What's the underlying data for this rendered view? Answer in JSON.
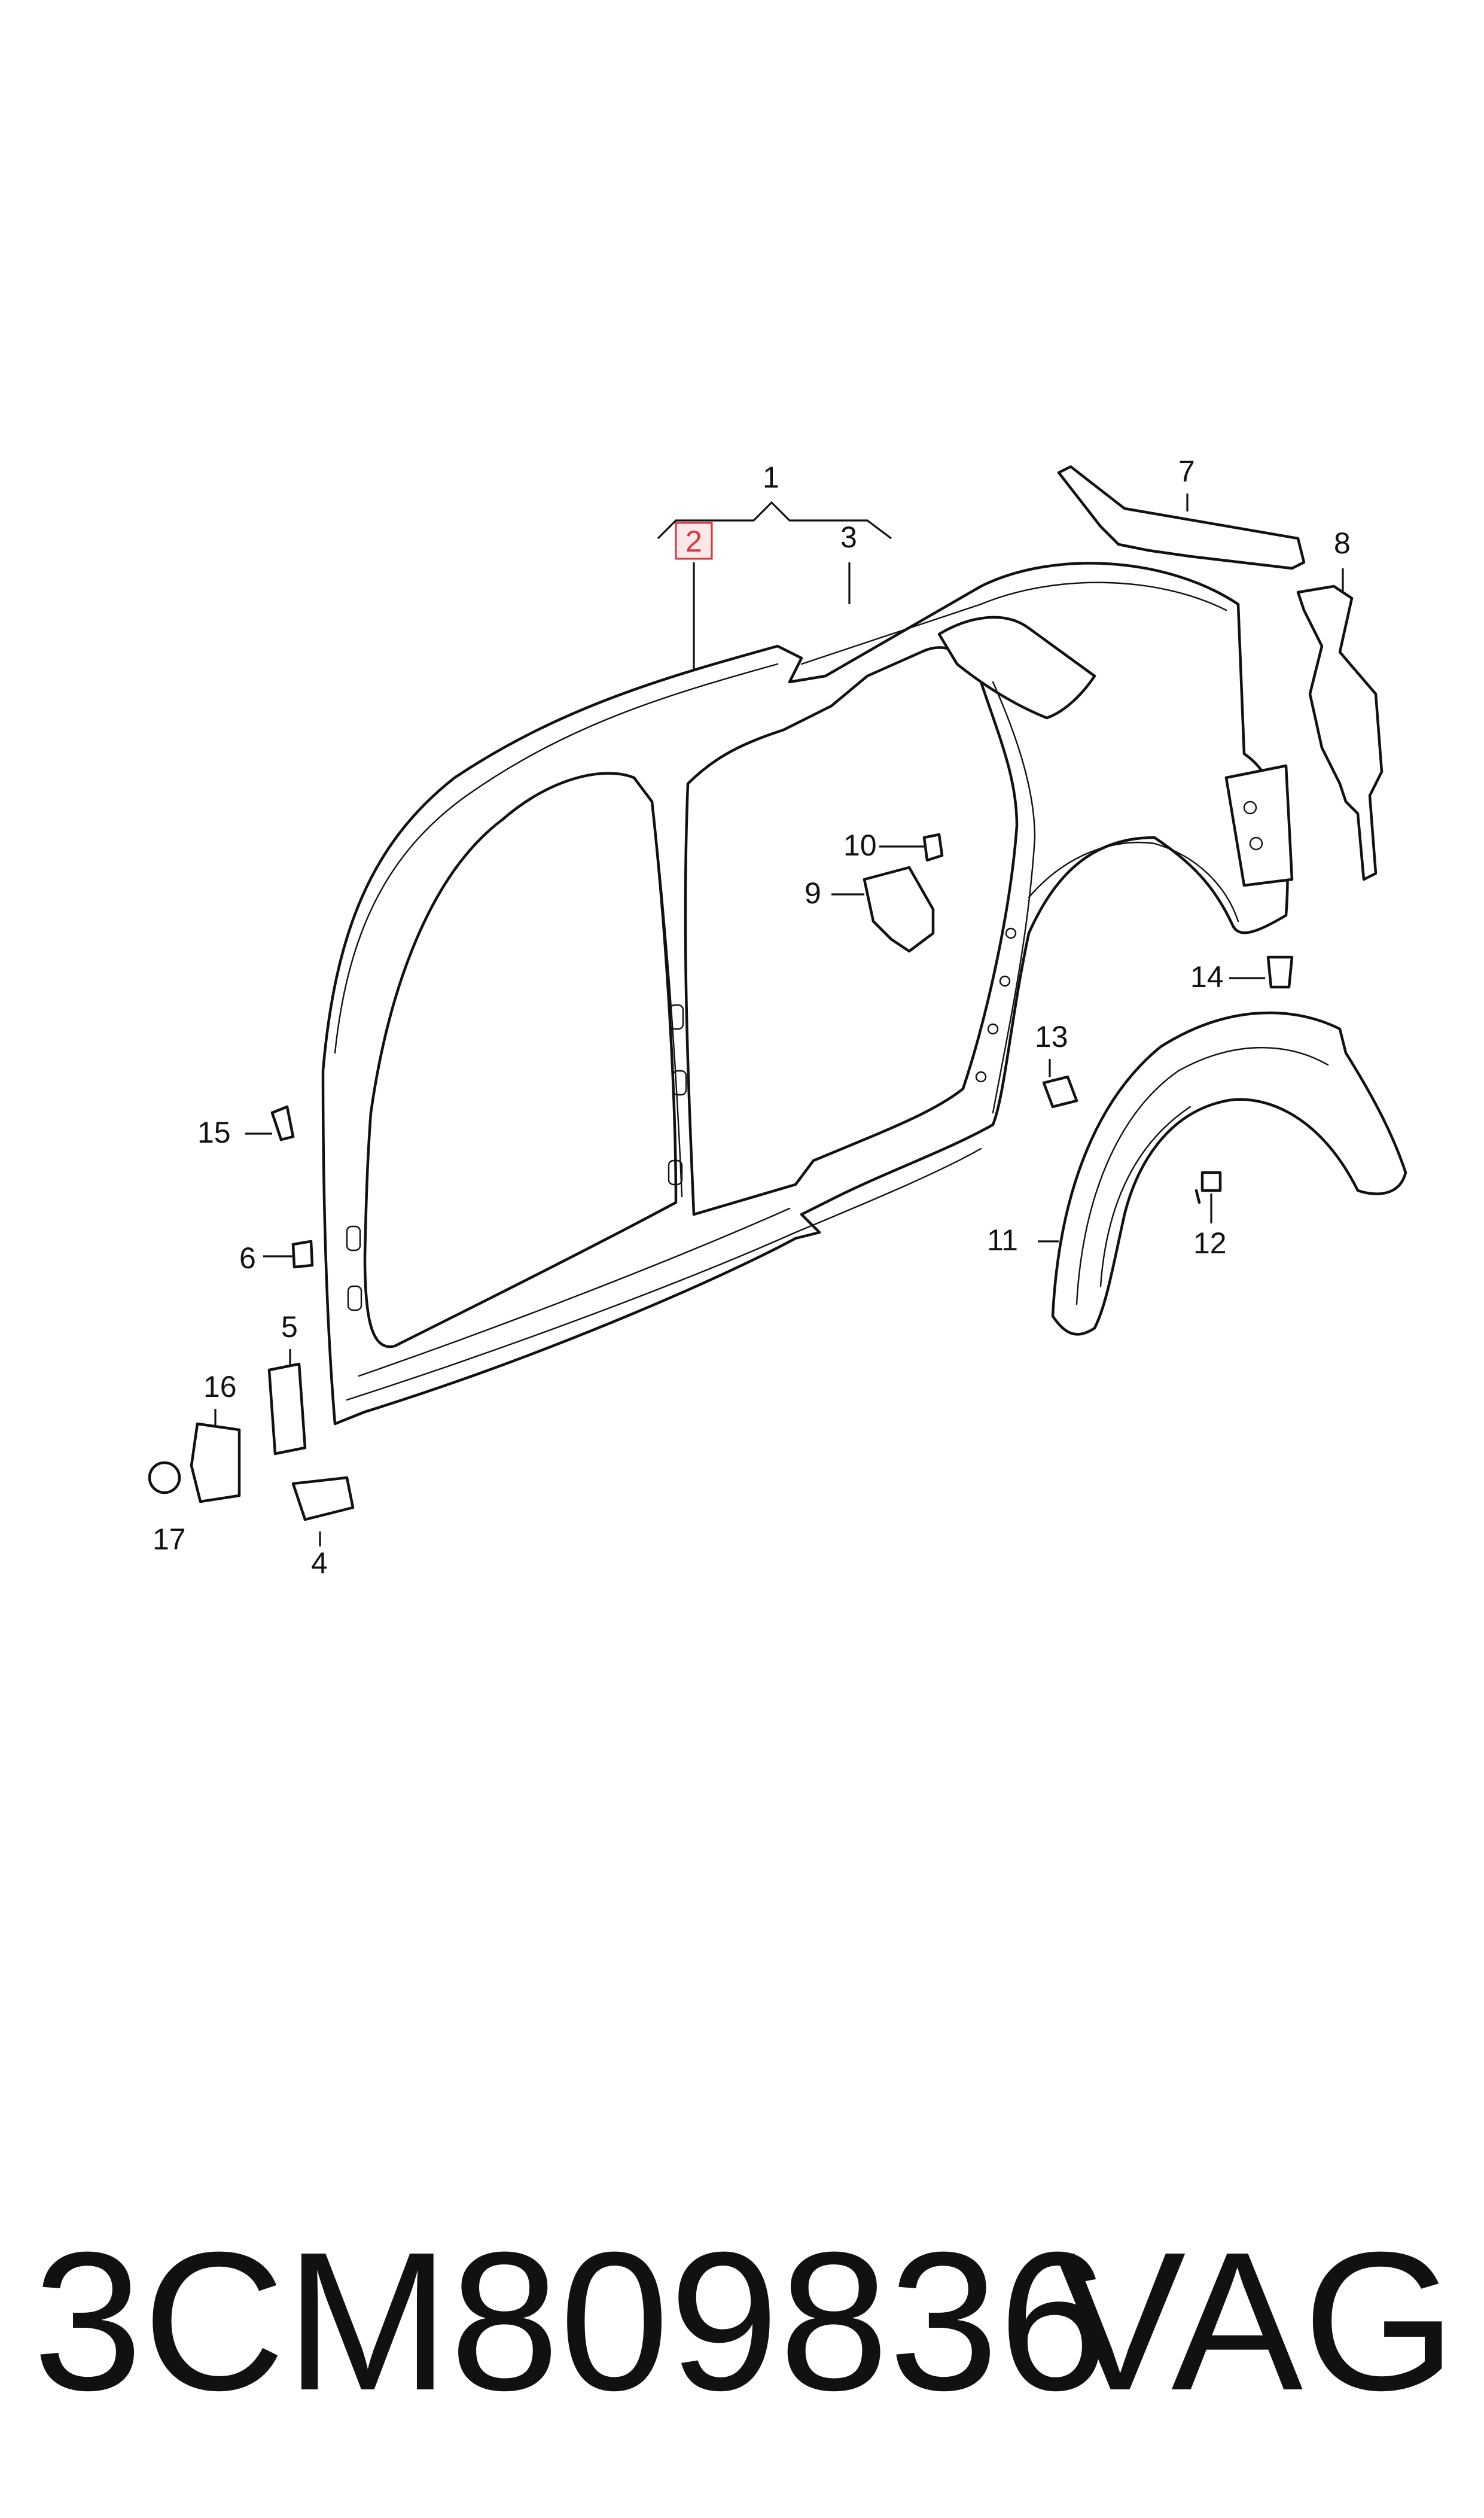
{
  "diagram": {
    "callouts": [
      "1",
      "2",
      "3",
      "4",
      "5",
      "6",
      "7",
      "8",
      "9",
      "10",
      "11",
      "12",
      "13",
      "14",
      "15",
      "16",
      "17"
    ],
    "highlighted_callout": "2",
    "highlight_color": "#d9363e"
  },
  "caption": {
    "part_number": "3CM809836",
    "brand": "VAG"
  }
}
